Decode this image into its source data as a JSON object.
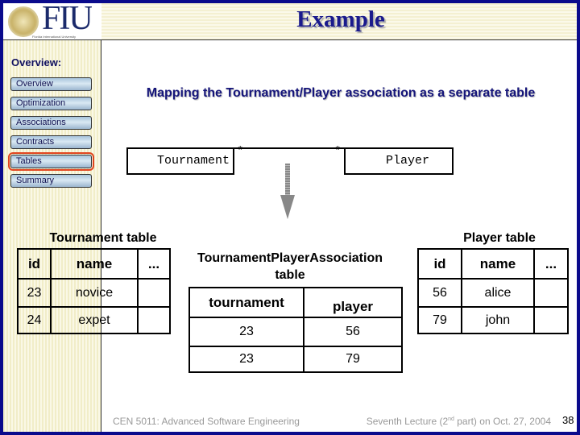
{
  "header": {
    "title": "Example",
    "logo_text": "FIU",
    "logo_subtext": "Florida International University"
  },
  "sidebar": {
    "heading": "Overview:",
    "items": [
      {
        "label": "Overview"
      },
      {
        "label": "Optimization"
      },
      {
        "label": "Associations"
      },
      {
        "label": "Contracts"
      },
      {
        "label": "Tables",
        "active": true
      },
      {
        "label": "Summary"
      }
    ]
  },
  "slide": {
    "subtitle": "Mapping the Tournament/Player association as a separate table",
    "uml": {
      "left_class": "Tournament",
      "right_class": "Player",
      "left_multiplicity": "*",
      "right_multiplicity": "*"
    },
    "tournament_table": {
      "title": "Tournament table",
      "headers": [
        "id",
        "name",
        "..."
      ],
      "rows": [
        [
          "23",
          "novice",
          ""
        ],
        [
          "24",
          "expet",
          ""
        ]
      ]
    },
    "association_table": {
      "title_line1": "TournamentPlayerAssociation",
      "title_line2": "table",
      "headers": [
        "tournament",
        "player"
      ],
      "rows": [
        [
          "23",
          "56"
        ],
        [
          "23",
          "79"
        ]
      ]
    },
    "player_table": {
      "title": "Player table",
      "headers": [
        "id",
        "name",
        "..."
      ],
      "rows": [
        [
          "56",
          "alice",
          ""
        ],
        [
          "79",
          "john",
          ""
        ]
      ]
    }
  },
  "footer": {
    "course": "CEN 5011: Advanced Software Engineering",
    "lecture_pre": "Seventh Lecture (2",
    "lecture_sup": "nd",
    "lecture_post": " part) on Oct. 27, 2004",
    "page": "38"
  }
}
